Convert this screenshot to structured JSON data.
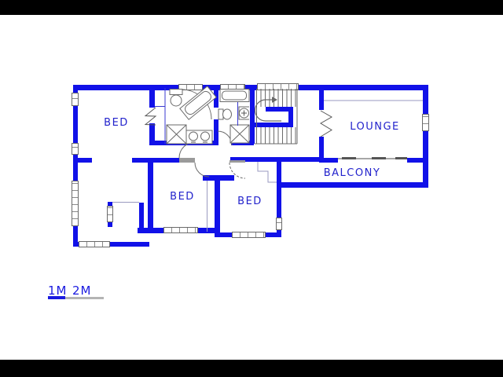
{
  "plan": {
    "rooms": [
      {
        "id": "bed-master",
        "label": "BED"
      },
      {
        "id": "bed-left",
        "label": "BED"
      },
      {
        "id": "bed-right",
        "label": "BED"
      },
      {
        "id": "lounge",
        "label": "LOUNGE"
      },
      {
        "id": "balcony",
        "label": "BALCONY"
      }
    ],
    "scale_bar": {
      "labels": [
        "1M",
        "2M"
      ]
    },
    "colors": {
      "wall": "#1111e8",
      "label_text": "#2222cc",
      "window_frame": "#6a6a6a",
      "below_floor_line": "#9a9ac0",
      "scale_blue": "#1a1ae0",
      "scale_gray": "#b4b4b4",
      "background": "#ffffff",
      "letterbox": "#000000"
    }
  }
}
